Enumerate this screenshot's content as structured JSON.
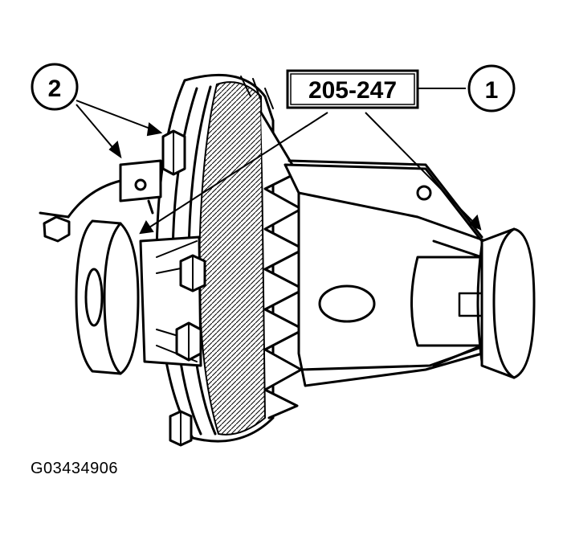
{
  "callouts": {
    "item_1": "1",
    "item_2": "2",
    "tool_number": "205-247"
  },
  "figure_id": "G03434906",
  "colors": {
    "line": "#000000",
    "background": "#ffffff"
  }
}
